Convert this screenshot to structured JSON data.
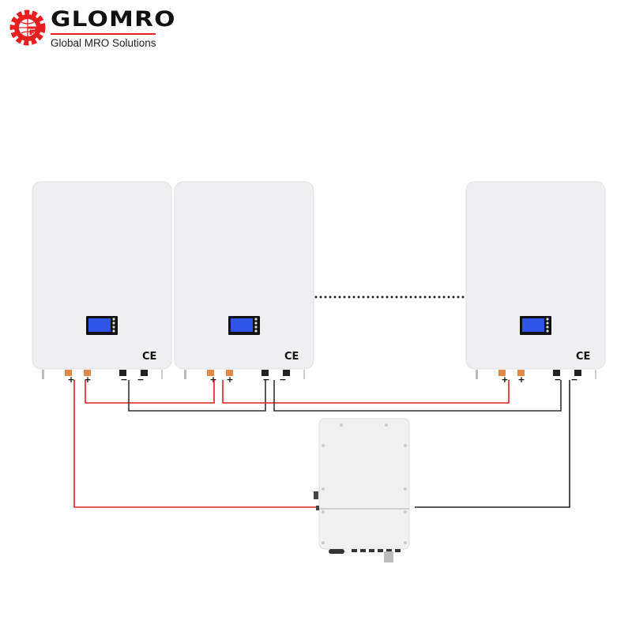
{
  "logo": {
    "brand": "GLOMRO",
    "tagline": "Global MRO Solutions",
    "icon": "gear-globe-icon"
  },
  "batteries": [
    {
      "id": "battery-1",
      "certification": "CE",
      "terminals": [
        "+",
        "+",
        "−",
        "−"
      ]
    },
    {
      "id": "battery-2",
      "certification": "CE",
      "terminals": [
        "+",
        "+",
        "−",
        "−"
      ]
    },
    {
      "id": "battery-n",
      "certification": "CE",
      "terminals": [
        "+",
        "+",
        "−",
        "−"
      ]
    }
  ],
  "colors": {
    "positive_wire": "#e02020",
    "negative_wire": "#222222",
    "brand_red": "#e62020",
    "display_blue": "#2f55e8"
  }
}
